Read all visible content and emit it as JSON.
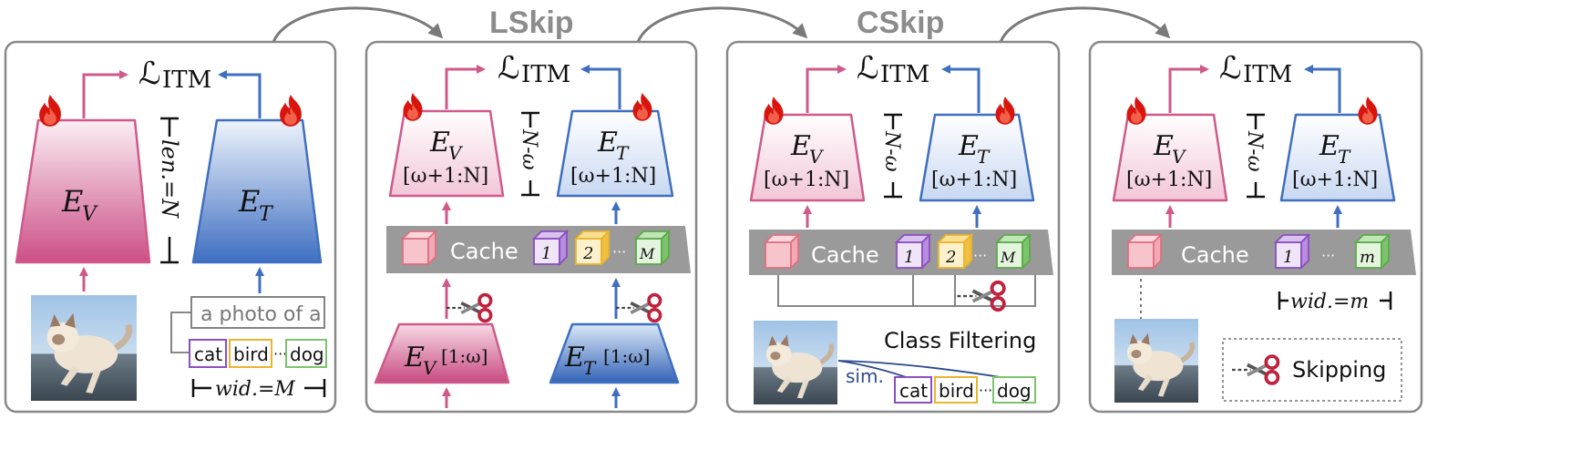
{
  "colors": {
    "panel_border": "#888888",
    "pink": "#cf5a8a",
    "pink_light": "#f8e6ee",
    "blue": "#3f6fc0",
    "blue_light": "#e6eef9",
    "cache_bar": "#9a9a9a",
    "cube_pink": "#f2a9b5",
    "cube_purple": "#8a4fc0",
    "cube_yellow": "#f0c040",
    "cube_green": "#7cc46c",
    "title_gray": "#8c8c8c",
    "fire": "#e02010"
  },
  "titles": {
    "lskip": "LSkip",
    "cskip": "CSkip"
  },
  "loss": {
    "symbol": "ℒ",
    "sub": "ITM"
  },
  "panel1": {
    "ev": "E",
    "ev_sub": "V",
    "et": "E",
    "et_sub": "T",
    "len_label": "len.=N",
    "prompt": "a photo of a",
    "classes": [
      "cat",
      "bird",
      "dog"
    ],
    "class_dots": "···",
    "width_label": "wid.=M",
    "fire_icon": "fire-icon"
  },
  "panel2": {
    "ev": "E",
    "ev_sub": "V",
    "et": "E",
    "et_sub": "T",
    "range_top": "[ω+1:N]",
    "range_bottom": "[1:ω]",
    "depth_label": "N-ω",
    "cache_label": "Cache",
    "cubes": [
      "1",
      "2",
      "M"
    ],
    "cube_dots": "···"
  },
  "panel3": {
    "ev": "E",
    "ev_sub": "V",
    "et": "E",
    "et_sub": "T",
    "range_top": "[ω+1:N]",
    "depth_label": "N-ω",
    "cache_label": "Cache",
    "cubes": [
      "1",
      "2",
      "M"
    ],
    "cube_dots": "···",
    "filter_label": "Class Filtering",
    "sim_label": "sim.",
    "classes": [
      "cat",
      "bird",
      "dog"
    ],
    "class_dots": "···"
  },
  "panel4": {
    "ev": "E",
    "ev_sub": "V",
    "et": "E",
    "et_sub": "T",
    "range_top": "[ω+1:N]",
    "depth_label": "N-ω",
    "cache_label": "Cache",
    "cubes": [
      "1",
      "m"
    ],
    "cube_dots": "···",
    "width_label": "wid.=m",
    "legend_label": "Skipping"
  }
}
